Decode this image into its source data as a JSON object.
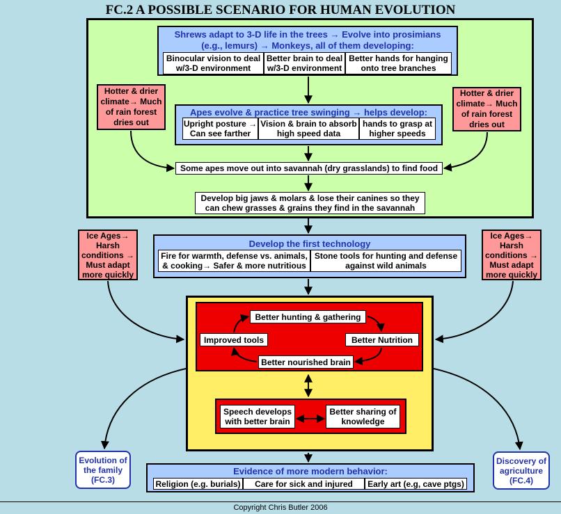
{
  "title": "FC.2 A POSSIBLE SCENARIO FOR HUMAN EVOLUTION",
  "prosimians": {
    "heading_line1": "Shrews adapt to 3-D life in the trees → Evolve into prosimians",
    "heading_line2": "(e.g., lemurs) → Monkeys, all of them developing:",
    "items": [
      {
        "line1": "Binocular vision to deal",
        "line2": "w/3-D environment"
      },
      {
        "line1": "Better brain to deal",
        "line2": "w/3-D environment"
      },
      {
        "line1": "Better hands for hanging",
        "line2": "onto tree branches"
      }
    ]
  },
  "climate_left": {
    "line1": "Hotter & drier",
    "line2": "climate→ Much",
    "line3": "of rain forest",
    "line4": "dries out"
  },
  "climate_right": {
    "line1": "Hotter & drier",
    "line2": "climate→ Much",
    "line3": "of rain forest",
    "line4": "dries out"
  },
  "apes": {
    "heading": "Apes evolve & practice tree swinging → helps develop:",
    "items": [
      {
        "line1": "Upright posture →",
        "line2": "Can see farther"
      },
      {
        "line1": "Vision & brain to absorb",
        "line2": "high speed data"
      },
      {
        "line1": "hands to grasp at",
        "line2": "higher speeds"
      }
    ]
  },
  "savannah": "Some apes move out into savannah (dry grasslands) to find food",
  "jaws": {
    "line1": "Develop big jaws & molars & lose their canines so they",
    "line2": "can chew grasses & grains they find in the savannah"
  },
  "ice_left": {
    "line1": "Ice Ages→",
    "line2": "Harsh",
    "line3": "conditions →",
    "line4": "Must adapt",
    "line5": "more quickly"
  },
  "ice_right": {
    "line1": "Ice Ages→",
    "line2": "Harsh",
    "line3": "conditions →",
    "line4": "Must adapt",
    "line5": "more quickly"
  },
  "technology": {
    "heading": "Develop the first technology",
    "items": [
      {
        "line1": "Fire for warmth, defense vs. animals,",
        "line2": "& cooking→ Safer & more nutritious"
      },
      {
        "line1": "Stone tools for hunting and defense",
        "line2": "against wild animals"
      }
    ]
  },
  "cycle": {
    "hunting": "Better hunting & gathering",
    "tools": "Improved tools",
    "nutrition": "Better Nutrition",
    "brain": "Better nourished brain"
  },
  "speech": {
    "speech": {
      "line1": "Speech develops",
      "line2": "with better brain"
    },
    "sharing": {
      "line1": "Better sharing of",
      "line2": "knowledge"
    }
  },
  "family": {
    "line1": "Evolution of",
    "line2": "the family",
    "line3": "(FC.3)"
  },
  "agriculture": {
    "line1": "Discovery of",
    "line2": "agriculture",
    "line3": "(FC.4)"
  },
  "modern": {
    "heading": "Evidence of more modern behavior:",
    "items": [
      "Religion (e.g. burials)",
      "Care for sick and injured",
      "Early art (e.g, cave ptgs)"
    ]
  },
  "copyright": "Copyright Chris Butler 2006"
}
